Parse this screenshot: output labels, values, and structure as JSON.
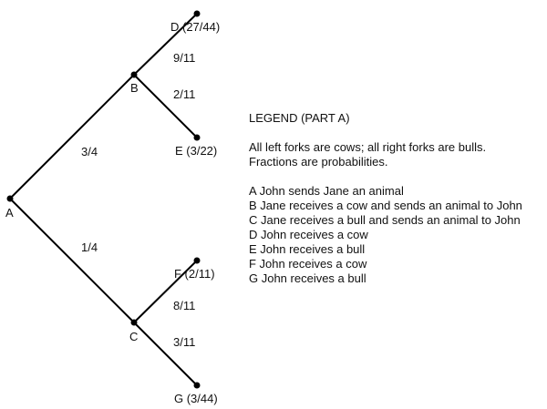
{
  "nodes": {
    "A": {
      "label": "A"
    },
    "B": {
      "label": "B"
    },
    "C": {
      "label": "C"
    },
    "D": {
      "label": "D (27/44)"
    },
    "E": {
      "label": "E (3/22)"
    },
    "F": {
      "label": "F (2/11)"
    },
    "G": {
      "label": "G (3/44)"
    }
  },
  "edges": {
    "AB": "3/4",
    "AC": "1/4",
    "BD": "9/11",
    "BE": "2/11",
    "CF": "8/11",
    "CG": "3/11"
  },
  "legend": {
    "title": "LEGEND (PART A)",
    "line1": "All left forks are cows; all right forks are bulls.",
    "line2": "Fractions are probabilities.",
    "items": [
      "A John sends Jane an animal",
      "B Jane receives a cow and sends an animal to John",
      "C Jane receives a bull and sends an animal to John",
      "D John receives a cow",
      "E John receives a bull",
      "F John receives a cow",
      "G John receives a bull"
    ]
  }
}
